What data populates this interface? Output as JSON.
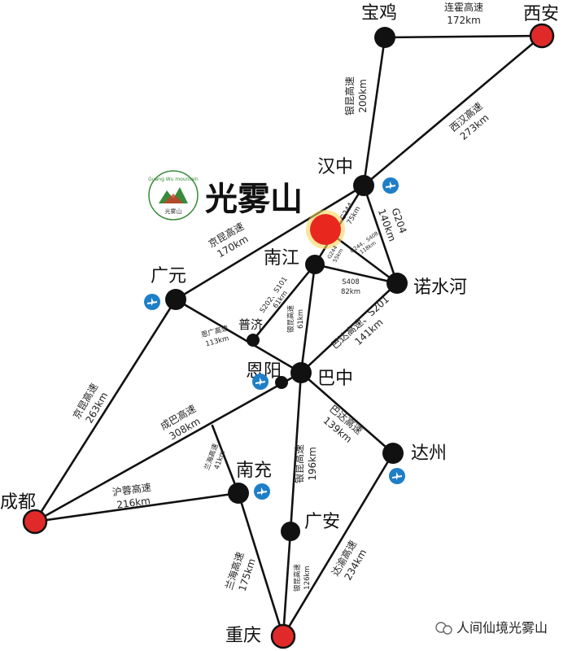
{
  "title": "光雾山",
  "logo_text_top": "Guang Wu mountain",
  "logo_text_bottom": "光雾山",
  "cities": {
    "baoji": "宝鸡",
    "xian": "西安",
    "hanzhong": "汉中",
    "nanjiang": "南江",
    "guangyuan": "广元",
    "nuoshuihe": "诺水河",
    "puji": "普济",
    "enyang": "恩阳",
    "bazhong": "巴中",
    "dazhou": "达州",
    "nanchong": "南充",
    "chengdu": "成都",
    "guangan": "广安",
    "chongqing": "重庆"
  },
  "roads": {
    "lianhuo": [
      "连霍高速",
      "172km"
    ],
    "yinkun_bh": [
      "银昆高速",
      "200km"
    ],
    "xihan": [
      "西汉高速",
      "273km"
    ],
    "g204": [
      "G204",
      "140km"
    ],
    "g244_top": [
      "G244",
      "75km"
    ],
    "g244_s408": [
      "G244、S408",
      "118km"
    ],
    "g244_55": [
      "G244",
      "55km"
    ],
    "jingkun_gh": [
      "京昆高速",
      "170km"
    ],
    "s202": [
      "S202、S101",
      "61km"
    ],
    "s408": [
      "S408",
      "82km"
    ],
    "guangba": [
      "恩广高速",
      "113km"
    ],
    "yinkun_nb": [
      "银昆高速",
      "61km"
    ],
    "bada_s201": [
      "巴达高速、S201",
      "141km"
    ],
    "jingkun_cg": [
      "京昆高速",
      "263km"
    ],
    "chengba": [
      "成巴高速",
      "308km"
    ],
    "lanhai_short": [
      "兰海高速",
      "41km"
    ],
    "yinkun_bg": [
      "银昆高速",
      "196km"
    ],
    "bada": [
      "巴达高速",
      "139km"
    ],
    "hurong": [
      "沪蓉高速",
      "216km"
    ],
    "lanhai": [
      "兰海高速",
      "175km"
    ],
    "yinkun_gc": [
      "银昆高速",
      "126km"
    ],
    "dayu": [
      "达渝高速",
      "234km"
    ]
  },
  "airport_icon": "airplane-icon",
  "watermark": "人间仙境光雾山",
  "colors": {
    "capital": "#e02a2a",
    "node": "#111111",
    "highlight": "#e8281e",
    "highlight_glow": "#f5d35a"
  }
}
